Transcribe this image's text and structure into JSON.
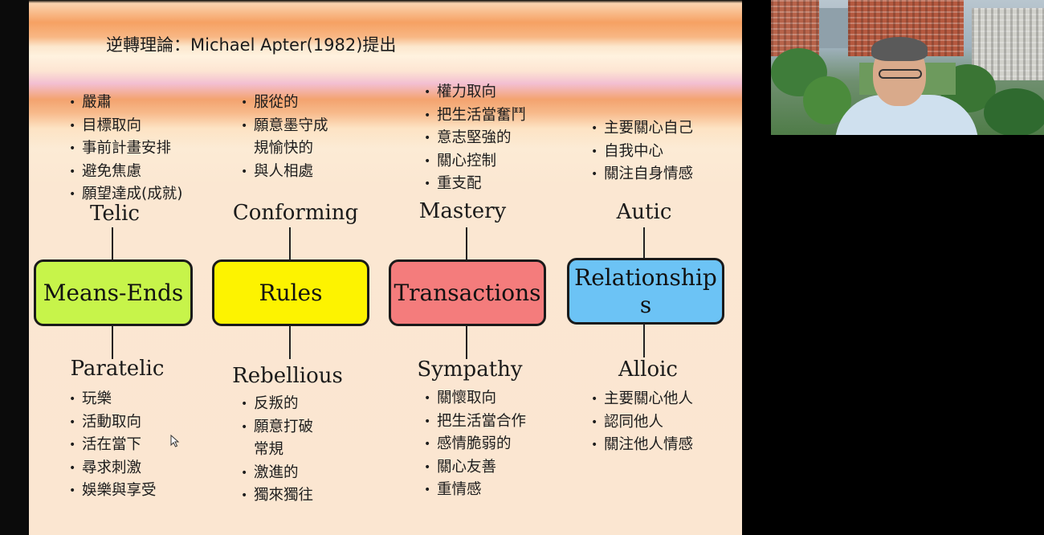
{
  "slide": {
    "title": "逆轉理論：Michael Apter(1982)提出",
    "columns": [
      {
        "key": "means-ends",
        "box_label": "Means-Ends",
        "box_color": "#c7f44a",
        "top_label": "Telic",
        "top_list": [
          "嚴肅",
          "目標取向",
          "事前計畫安排",
          "避免焦慮",
          "願望達成(成就)"
        ],
        "bottom_label": "Paratelic",
        "bottom_list": [
          "玩樂",
          "活動取向",
          "活在當下",
          "尋求刺激",
          "娛樂與享受"
        ]
      },
      {
        "key": "rules",
        "box_label": "Rules",
        "box_color": "#fdf300",
        "top_label": "Conforming",
        "top_list": [
          "服從的",
          "願意墨守成",
          "規愉快的",
          "與人相處"
        ],
        "bottom_label": "Rebellious",
        "bottom_list": [
          "反叛的",
          "願意打破",
          "常規",
          "激進的",
          "獨來獨往"
        ]
      },
      {
        "key": "transactions",
        "box_label": "Transactions",
        "box_color": "#f47c7c",
        "top_label": "Mastery",
        "top_list": [
          "權力取向",
          "把生活當奮鬥",
          "意志堅強的",
          "關心控制",
          "重支配"
        ],
        "bottom_label": "Sympathy",
        "bottom_list": [
          "關懷取向",
          "把生活當合作",
          "感情脆弱的",
          "關心友善",
          "重情感"
        ]
      },
      {
        "key": "relationships",
        "box_label": "Relationship s",
        "box_color": "#6cc3f5",
        "top_label": "Autic",
        "top_list": [
          "主要關心自己",
          "自我中心",
          "關注自身情感"
        ],
        "bottom_label": "Alloic",
        "bottom_list": [
          "主要關心他人",
          "認同他人",
          "關注他人情感"
        ]
      }
    ]
  },
  "webcam": {
    "icons": [
      "presenter-video-icon"
    ]
  },
  "colors": {
    "background": "#000000",
    "slide_bg": "#fbe6d1",
    "band_orange": "#f6a163"
  }
}
